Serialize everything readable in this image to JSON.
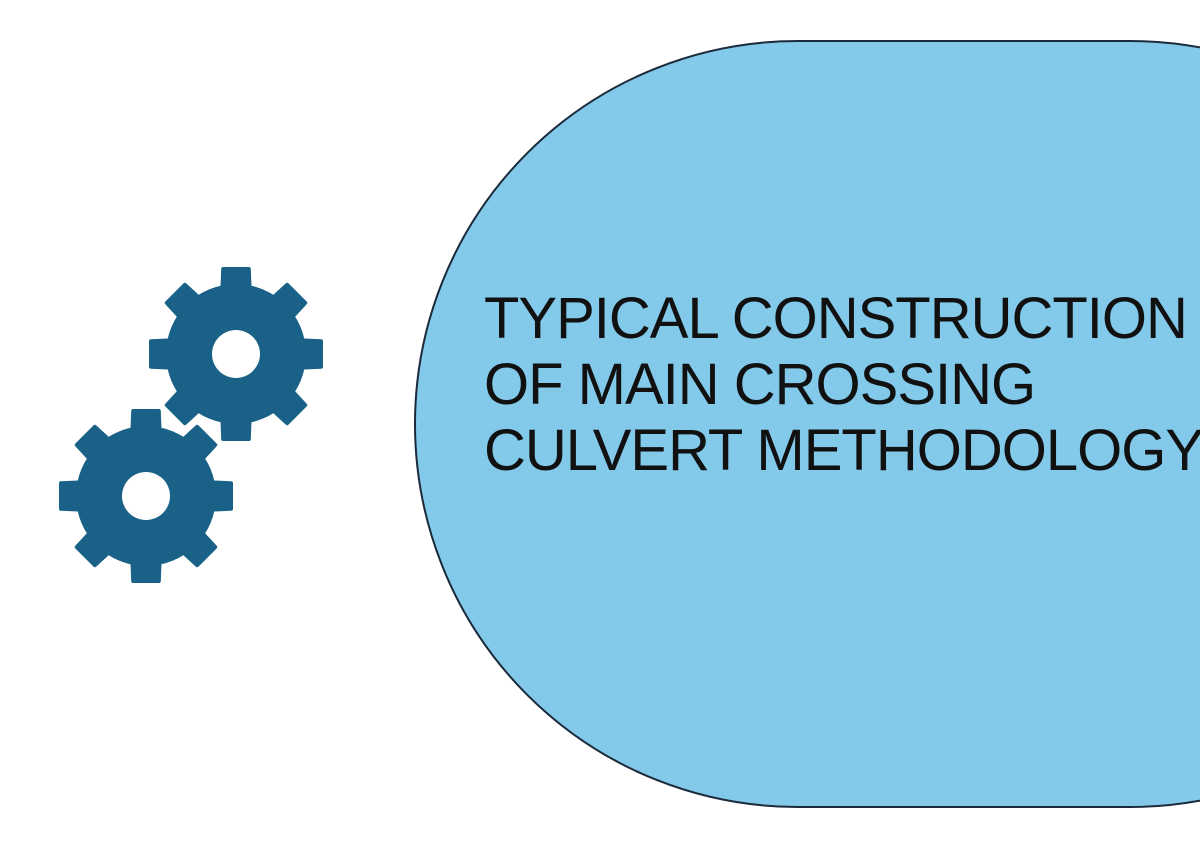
{
  "slide": {
    "title_lines": [
      "TYPICAL CONSTRUCTION",
      "OF MAIN CROSSING",
      "CULVERT METHODOLOGY"
    ]
  },
  "colors": {
    "gear": "#1a6187",
    "panel": "#82c9ea",
    "panel_border": "#1b2a3a",
    "text": "#111111",
    "background": "#ffffff"
  },
  "icons": {
    "gears": "gears-icon"
  }
}
